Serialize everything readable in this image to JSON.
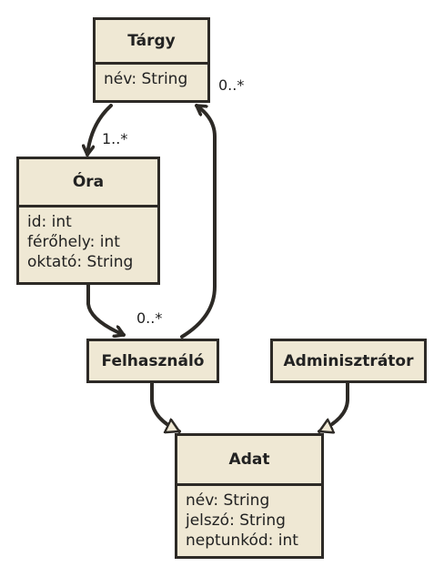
{
  "classes": {
    "targy": {
      "name": "Tárgy",
      "attributes": [
        "név: String"
      ]
    },
    "ora": {
      "name": "Óra",
      "attributes": [
        "id: int",
        "férőhely: int",
        "oktató: String"
      ]
    },
    "felhasznalo": {
      "name": "Felhasználó"
    },
    "adminisztrator": {
      "name": "Adminisztrátor"
    },
    "adat": {
      "name": "Adat",
      "attributes": [
        "név: String",
        "jelszó: String",
        "neptunkód: int"
      ]
    }
  },
  "multiplicities": {
    "targy_felhasznalo": "0..*",
    "targy_ora": "1..*",
    "ora_felhasznalo": "0..*"
  },
  "colors": {
    "class_fill": "#efe8d4",
    "line": "#2d2a26"
  }
}
